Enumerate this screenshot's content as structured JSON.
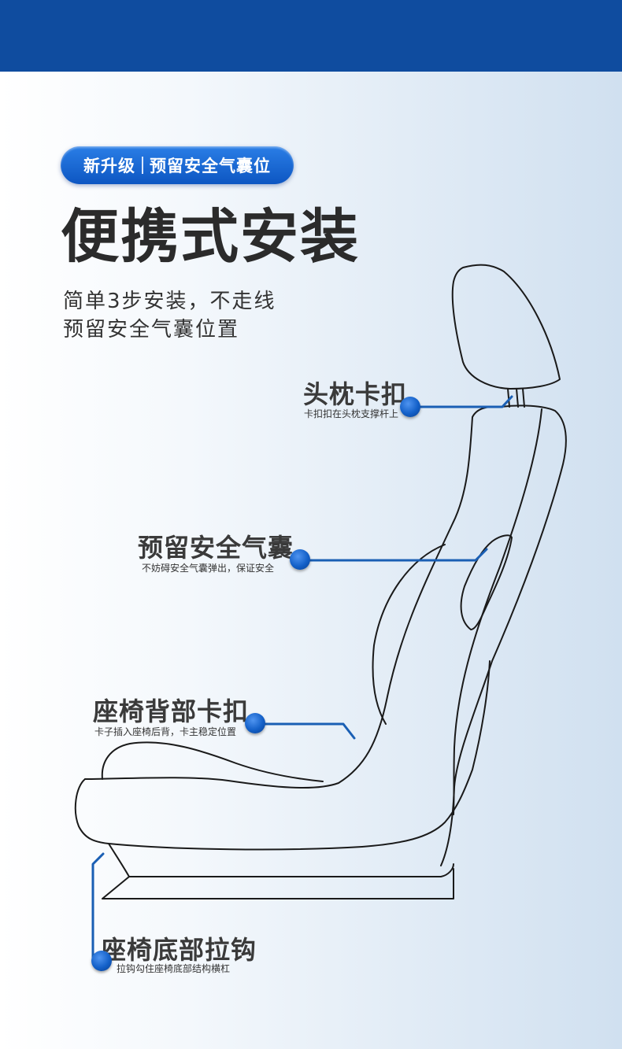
{
  "badge": {
    "left": "新升级",
    "right": "预留安全气囊位"
  },
  "title": "便携式安装",
  "subtitle": {
    "line1": "简单3步安装，不走线",
    "line2": "预留安全气囊位置"
  },
  "callouts": [
    {
      "title": "头枕卡扣",
      "desc": "卡扣扣在头枕支撑杆上"
    },
    {
      "title": "预留安全气囊",
      "desc": "不妨碍安全气囊弹出，保证安全"
    },
    {
      "title": "座椅背部卡扣",
      "desc": "卡子插入座椅后背，卡主稳定位置"
    },
    {
      "title": "座椅底部拉钩",
      "desc": "拉钩勾住座椅底部结构横杠"
    }
  ],
  "colors": {
    "header": "#0f4c9f",
    "accent": "#1360c8",
    "line": "#1a5fb4"
  }
}
